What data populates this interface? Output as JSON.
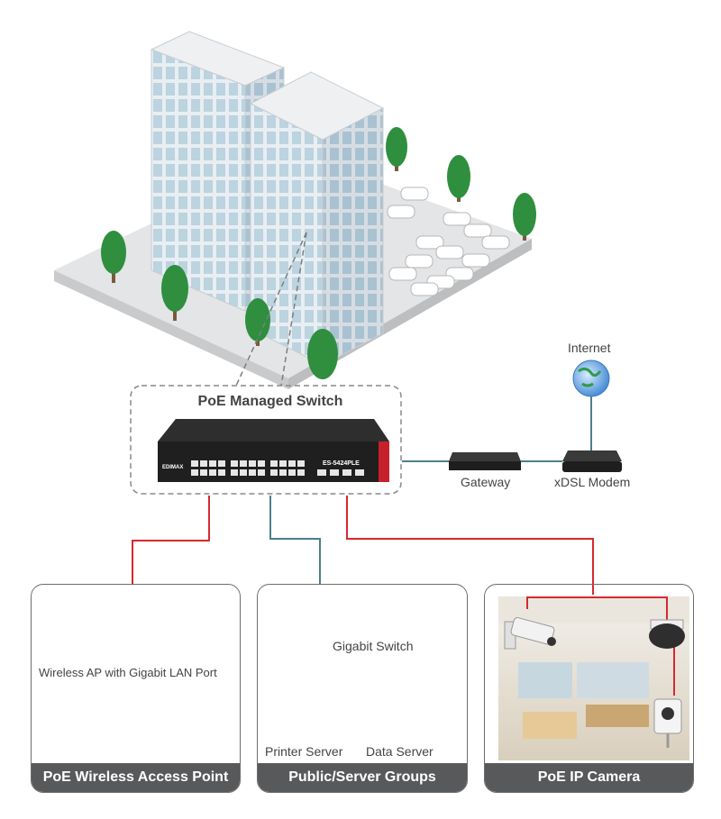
{
  "switch": {
    "title": "PoE Managed Switch",
    "model": "ES-5424PLE",
    "brand": "EDIMAX"
  },
  "uplink": {
    "internet": "Internet",
    "gateway": "Gateway",
    "modem": "xDSL Modem"
  },
  "panels": [
    {
      "title": "PoE Wireless Access Point",
      "labels": [
        "Wireless AP with Gigabit LAN Port"
      ]
    },
    {
      "title": "Public/Server Groups",
      "labels": [
        "Gigabit Switch",
        "Printer Server",
        "Data Server"
      ]
    },
    {
      "title": "PoE IP Camera",
      "labels": []
    }
  ],
  "colors": {
    "poe_line": "#d7282f",
    "data_line": "#4e7f8c",
    "panel_bar": "#58595b",
    "dashed_box": "#8a8a8a"
  }
}
